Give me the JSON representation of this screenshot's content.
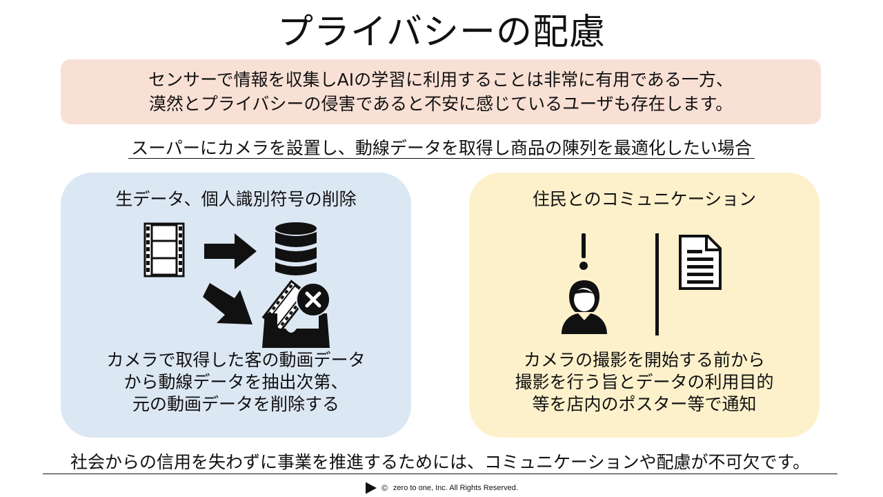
{
  "title": "プライバシーの配慮",
  "intro": {
    "line1": "センサーで情報を収集しAIの学習に利用することは非常に有用である一方、",
    "line2": "漠然とプライバシーの侵害であると不安に感じているユーザも存在します。"
  },
  "scenario": "スーパーにカメラを設置し、動線データを取得し商品の陳列を最適化したい場合",
  "left_panel": {
    "title": "生データ、個人識別符号の削除",
    "desc": [
      "カメラで取得した客の動画データ",
      "から動線データを抽出次第、",
      "元の動画データを削除する"
    ],
    "icons": [
      "film-icon",
      "arrow-right-icon",
      "database-icon",
      "arrow-down-right-icon",
      "trash-box-icon",
      "delete-x-icon"
    ]
  },
  "right_panel": {
    "title": "住民とのコミュニケーション",
    "desc": [
      "カメラの撮影を開始する前から",
      "撮影を行う旨とデータの利用目的",
      "等を店内のポスター等で通知"
    ],
    "icons": [
      "exclamation-icon",
      "person-icon",
      "document-icon"
    ]
  },
  "footer": {
    "message": "社会からの信用を失わずに事業を推進するためには、コミュニケーションや配慮が不可欠です。",
    "copyright_symbol": "©",
    "copyright": "zero to one, Inc. All Rights Reserved."
  }
}
